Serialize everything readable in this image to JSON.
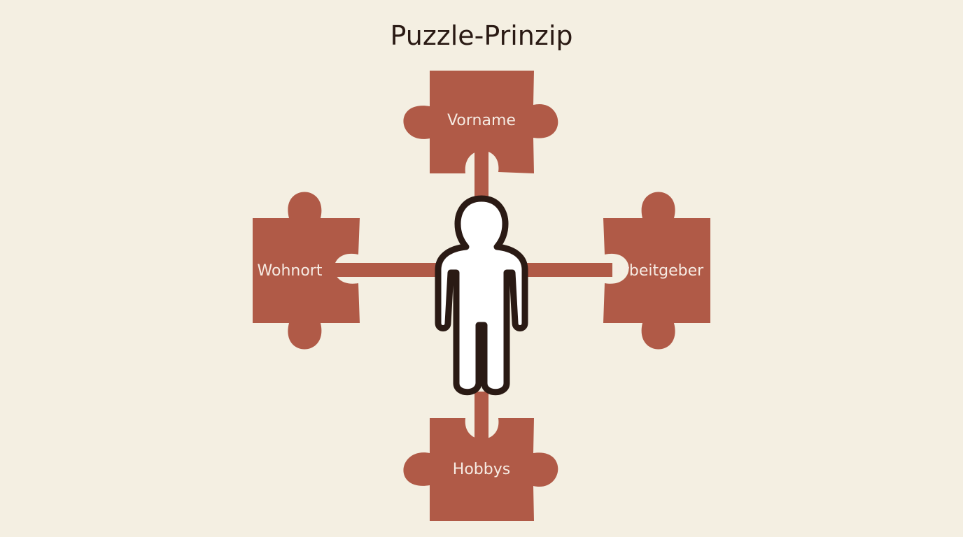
{
  "title": "Puzzle-Prinzip",
  "colors": {
    "background": "#f4efe2",
    "piece": "#b05a47",
    "connector": "#b05a47",
    "person_outline": "#2a1a14",
    "person_fill": "#ffffff",
    "label_text": "#f6ebe3"
  },
  "center": {
    "icon": "person-icon"
  },
  "pieces": {
    "top": {
      "label": "Vorname"
    },
    "left": {
      "label": "Wohnort"
    },
    "right": {
      "label": "Arbeitgeber"
    },
    "bottom": {
      "label": "Hobbys"
    }
  }
}
